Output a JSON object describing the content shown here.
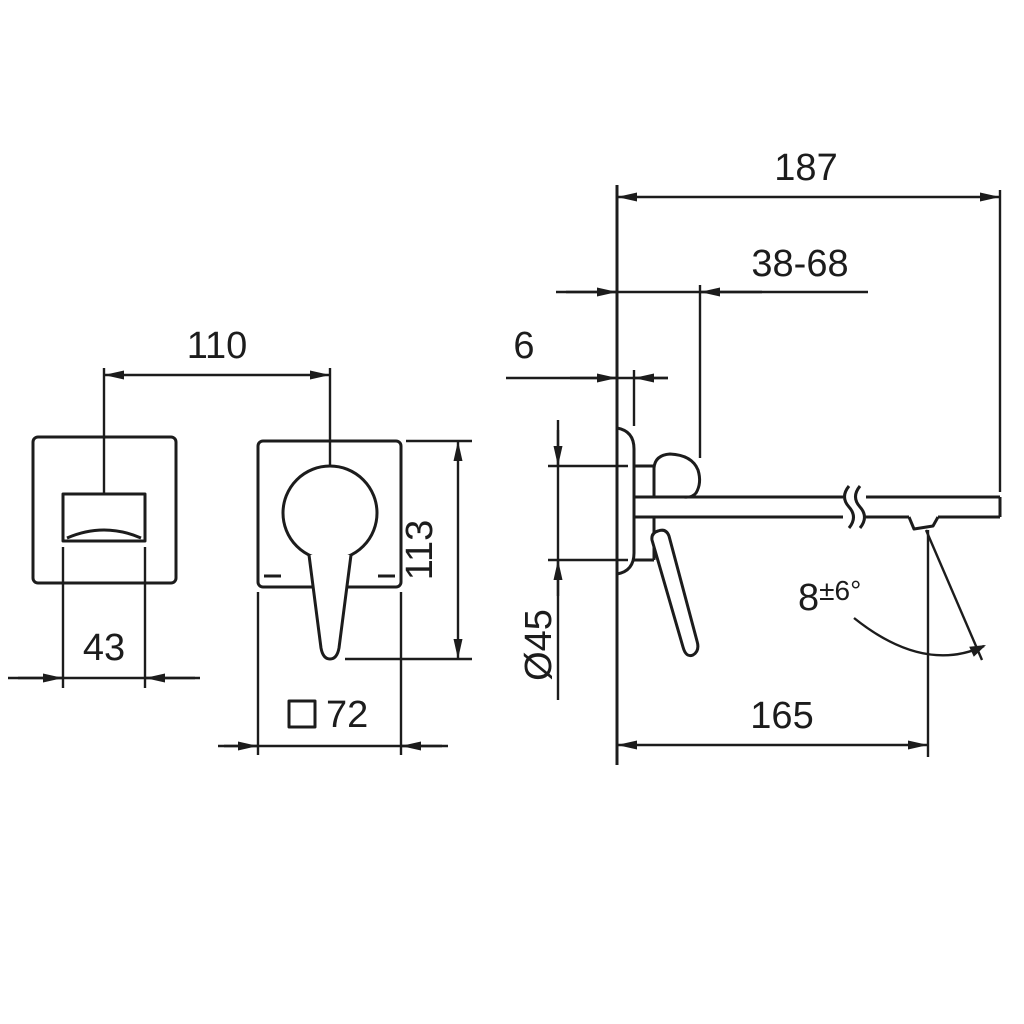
{
  "colors": {
    "line": "#1c1c1c",
    "background": "#ffffff"
  },
  "dimensions": {
    "plate_center_distance": "110",
    "spout_outlet_width": "43",
    "handle_total_height": "113",
    "escutcheon_square_size": "72",
    "total_projection": "187",
    "installation_depth_range": "38-68",
    "escutcheon_thickness": "6",
    "handle_base_diameter": "Ø45",
    "spout_angle_value": "8",
    "spout_angle_tolerance": "±6°",
    "outlet_projection": "165"
  }
}
